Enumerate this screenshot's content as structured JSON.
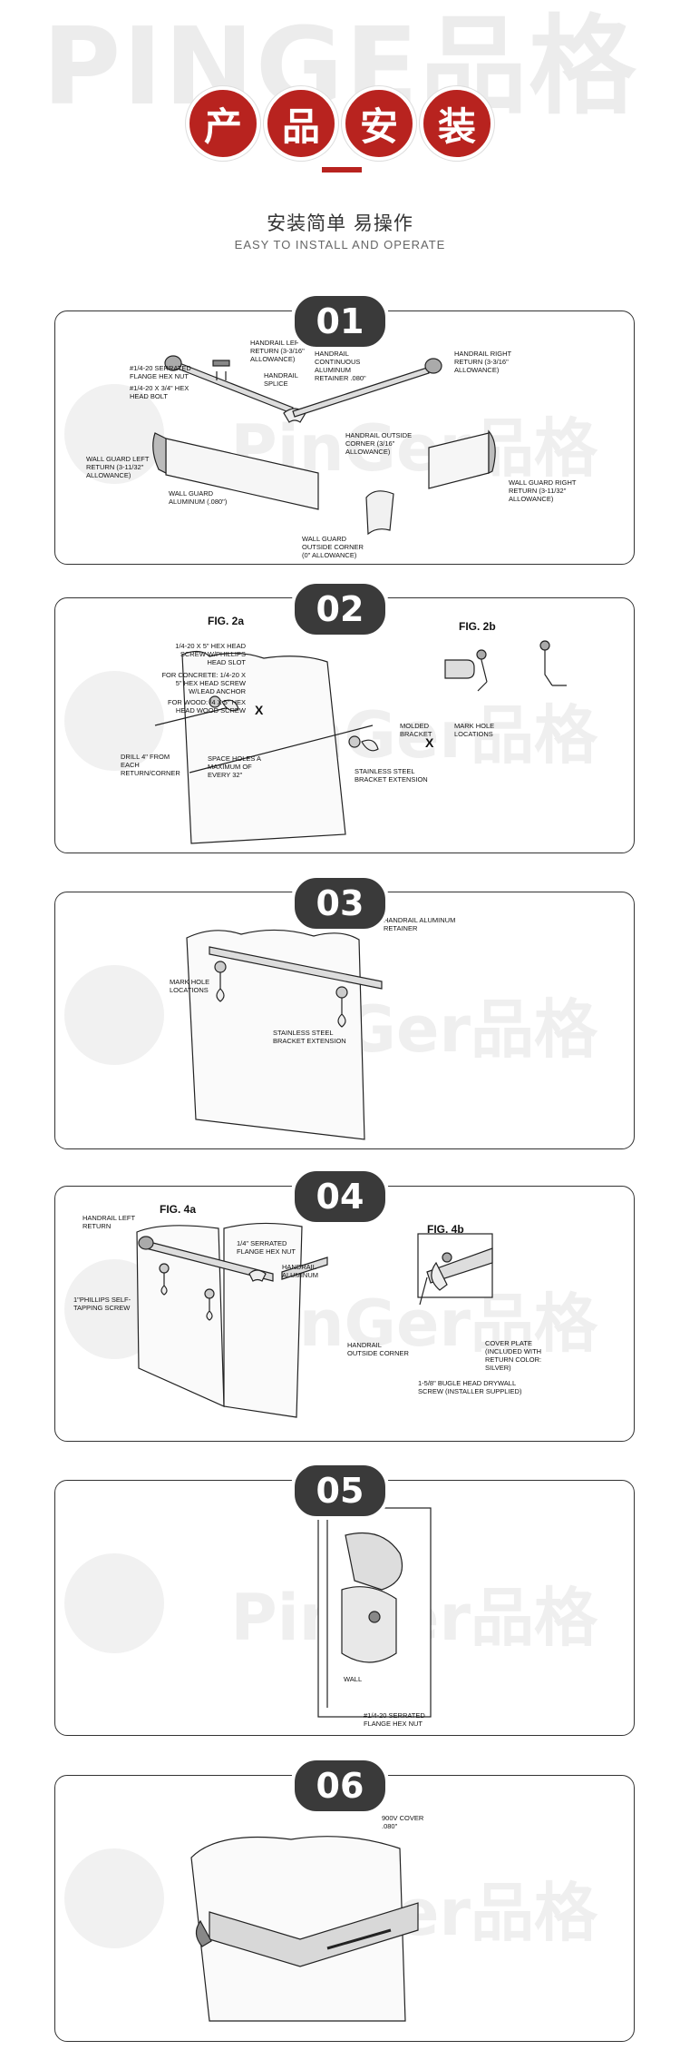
{
  "header": {
    "watermark": "PINGE品格",
    "title_chars": [
      "产",
      "品",
      "安",
      "装"
    ],
    "subtitle_cn": "安装简单  易操作",
    "subtitle_en": "EASY TO INSTALL AND OPERATE"
  },
  "watermark_text": "PinGer品格",
  "steps": [
    {
      "number": "01",
      "labels": {
        "left_return": "HANDRAIL LEFT RETURN (3-3/16\" ALLOWANCE)",
        "hex_nut": "#1/4-20 SERRATED FLANGE HEX NUT",
        "hex_bolt": "#1/4-20 X 3/4\" HEX HEAD BOLT",
        "splice": "HANDRAIL SPLICE",
        "retainer": "HANDRAIL CONTINUOUS ALUMINUM RETAINER .080\"",
        "right_return": "HANDRAIL RIGHT RETURN (3-3/16\" ALLOWANCE)",
        "outside_corner": "HANDRAIL OUTSIDE CORNER (3/16\" ALLOWANCE)",
        "wg_left_return": "WALL GUARD LEFT RETURN (3-11/32\" ALLOWANCE)",
        "wg_aluminum": "WALL GUARD ALUMINUM (.080\")",
        "wg_outside_corner": "WALL GUARD OUTSIDE CORNER (0\" ALLOWANCE)",
        "wg_right_return": "WALL GUARD RIGHT RETURN (3-11/32\" ALLOWANCE)"
      }
    },
    {
      "number": "02",
      "fig_a": "FIG. 2a",
      "fig_b": "FIG. 2b",
      "labels": {
        "screw": "1/4-20 x 5\" HEX HEAD SCREW W/PHILLIPS HEAD SLOT",
        "concrete": "FOR CONCRETE: 1/4-20 x 5\" HEX HEAD SCREW W/LEAD ANCHOR",
        "wood": "FOR WOOD: /4 x 5\" HEX HEAD WOOD SCREW",
        "drill": "DRILL 4\" FROM EACH RETURN/CORNER",
        "space": "SPACE HOLES A MAXIMUM OF EVERY 32\"",
        "molded": "MOLDED BRACKET",
        "extension": "STAINLESS STEEL BRACKET EXTENSION",
        "mark": "MARK HOLE LOCATIONS"
      }
    },
    {
      "number": "03",
      "labels": {
        "retainer": "HANDRAIL ALUMINUM RETAINER",
        "mark": "MARK HOLE LOCATIONS",
        "extension": "STAINLESS STEEL BRACKET EXTENSION"
      }
    },
    {
      "number": "04",
      "fig_a": "FIG. 4a",
      "fig_b": "FIG. 4b",
      "labels": {
        "left_return": "HANDRAIL LEFT RETURN",
        "hex_nut": "1/4\" SERRATED FLANGE HEX NUT",
        "aluminum": "HANDRAIL ALUMINUM",
        "phillips": "1\"PHILLIPS SELF-TAPPING SCREW",
        "outside_corner": "HANDRAIL OUTSIDE CORNER",
        "cover_plate": "COVER PLATE (included with return Color: silver)",
        "bugle": "1-5/8\" BUGLE HEAD DRYWALL SCREW (INSTALLER SUPPLIED)"
      }
    },
    {
      "number": "05",
      "labels": {
        "wall": "WALL",
        "hex_nut": "#1/4-20 SERRATED FLANGE HEX NUT"
      }
    },
    {
      "number": "06",
      "labels": {
        "cover": "900V COVER .080\""
      }
    }
  ],
  "colors": {
    "accent": "#b8231f",
    "badge": "#3a3a3a"
  }
}
